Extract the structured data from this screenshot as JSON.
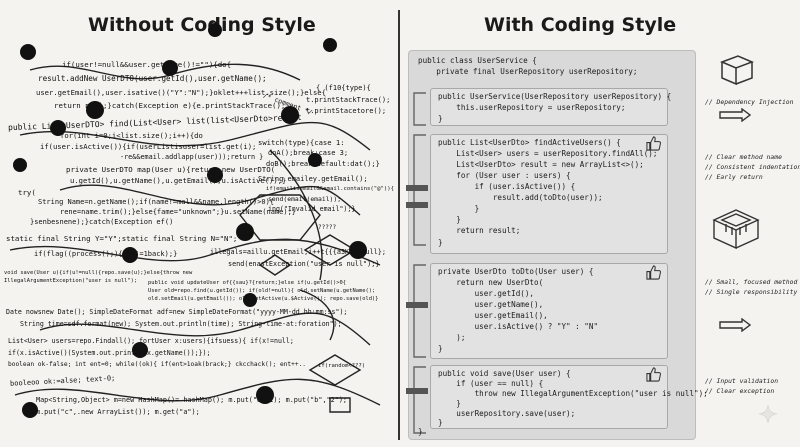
{
  "headings": {
    "left": "Without Coding Style",
    "right": "With Coding Style"
  },
  "messy_code": [
    "if(user!=null&&user.getName()!=\"\"){do{",
    "result.addNew UserDTO(user.getId(),user.getName();",
    "user.getEmail(),user.isative()(\"Y\":\"N\");}oklet+++list.size();}else{",
    "return null;}catch(Exception e){e.printStackTrace();",
    "public List<UserDTO> find(List<User> list(list<UserDto>result",
    "for(int i=0;i<list.size();i++){do",
    "if(user.isActive()){if(userListisuser=list.get(i);",
    "-re&&email.addlapp(user)));return }",
    "private UserDTO map(User u){return new UserDTO(",
    "u.getId(),u.getName(),u.getEmail(),u.isActive());}",
    "try(",
    "String Name=n.getName();if(name!=mall&&name.length()>0){",
    "rene=name.trim();}else{fame=\"unknown\";}u.setName(name);}",
    "}senbesnene);}catch(Exception ef()",
    "static final String Y=\"Y\";static final String N=\"N\";",
    "if(flag((process();){-5=!=1back);}",
    "illegals=aillu.getEmail;i++t{{{a3K2<=null};",
    "send(enastException(\"user is null\");}",
    "void save(User u){if(u!=null){repo.save(u);}else{throw new",
    "IllegalArgumentException(\"user is null\");",
    "public void updateUser of{{sau}?{return;}else if(u.getId()>0{",
    "User old=repo.find(u.getId()); if(old!=null){ old.setName(u.getName();",
    "old.setEmail(u.getEmail()); old.setActive(u.$Active()); repo.save(old)}",
    "Date nowsnew Date(); SimpleDateFormat adf=new SimpleDateFormat(\"yyyy-MM-dd hh:mm:ss\");",
    "String time=sdf.format(new); System.out.println(time); String-time-at:foration\");",
    "List<User> users=repo.Findall(); fortUser x:users){ifsuess){ if(x!=null;",
    "if(x.isActive()(System.out.println(x.getName());});",
    "boolean ok-false; int ent=0; while((ok){ if(ent>1oak(brack;} ckcchack(); ent++..",
    "booleoo ok:=alse; text-0;",
    "Map<String,Object> m=new HashMap()= hashMap(); m.put(\"a\",1); m.put(\"b\",\"2\");",
    "m.put(\"c\",.new ArrayList()); m.get(\"a\");",
    "{ (f10{type){",
    "t.printStackTrace();",
    "t.printStacetore();",
    "/* comment */",
    "switch(type){case 1:",
    "doA();break;case 3;",
    "doB();break;default:dat();}",
    "String emailey.getEmail();",
    "if(emailisemail&&email.contains(\"@\")){",
    "send(email(email));",
    "ing(\"Invalid email\");}",
    "?????",
    "if(random<???)"
  ],
  "clean_code": {
    "class_open": "public class UserService {",
    "field": "    private final UserRepository userRepository;",
    "constructor": [
      "public UserService(UserRepository userRepository) {",
      "    this.userRepository = userRepository;",
      "}"
    ],
    "find_active": [
      "public List<UserDto> findActiveUsers() {",
      "    List<User> users = userRepository.findAll();",
      "    List<UserDto> result = new ArrayList<>();",
      "    for (User user : users) {",
      "        if (user.isActive()) {",
      "            result.add(toDto(user));",
      "        }",
      "    }",
      "    return result;",
      "}"
    ],
    "to_dto": [
      "private UserDto toDto(User user) {",
      "    return new UserDto(",
      "        user.getId(),",
      "        user.getName(),",
      "        user.getEmail(),",
      "        user.isActive() ? \"Y\" : \"N\"",
      "    );",
      "}"
    ],
    "save": [
      "public void save(User user) {",
      "    if (user == null) {",
      "        throw new IllegalArgumentException(\"user is null\");",
      "    }",
      "    userRepository.save(user);",
      "}"
    ],
    "class_close": "}"
  },
  "annotations": {
    "a1": "// Dependency Injection",
    "a2": [
      "// Clear method name",
      "// Consistent indentation",
      "// Early return"
    ],
    "a3": [
      "// Small, focused method",
      "// Single responsibility"
    ],
    "a4": [
      "// Input validation",
      "// Clear exception"
    ]
  },
  "icons": {
    "thumbs": "thumbs-up-icon",
    "arrow": "arrow-right-icon",
    "box": "isometric-box-icon",
    "stairs": "stairs-block-icon",
    "sparkle": "sparkle-icon"
  },
  "colors": {
    "background": "#f4f3ef",
    "panel": "#d9d9d9",
    "block": "#e2e2e2",
    "ink": "#111111"
  }
}
